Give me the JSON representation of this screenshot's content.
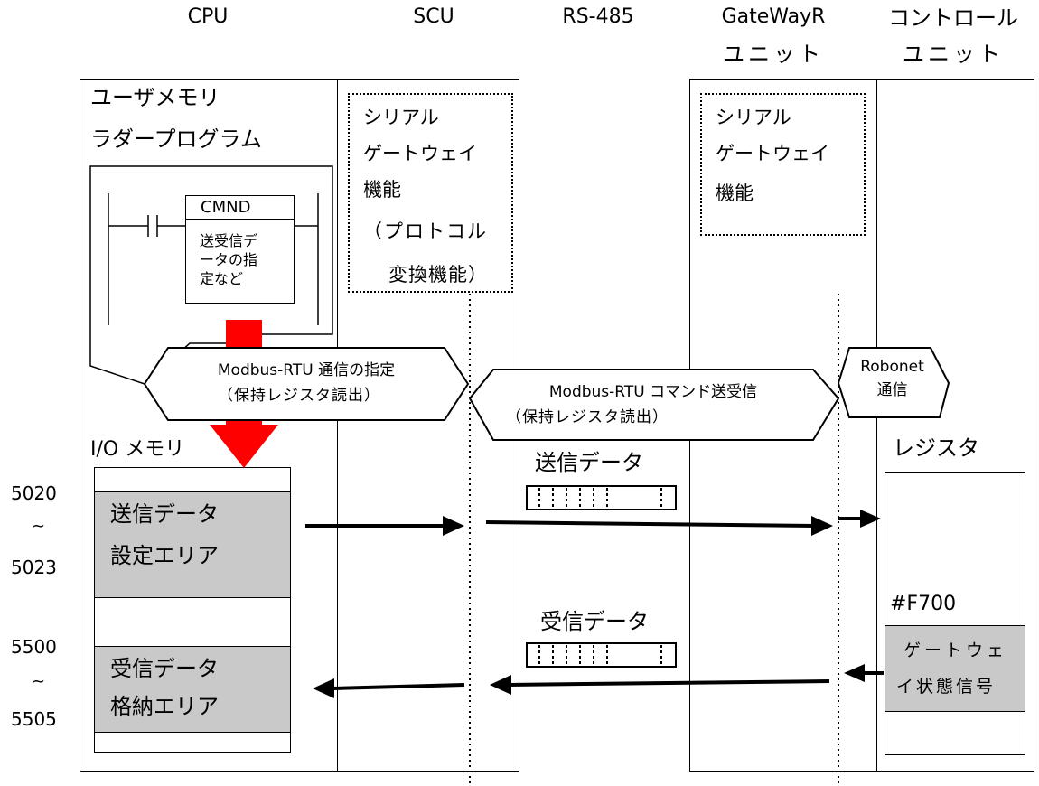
{
  "columns": {
    "cpu": "CPU",
    "scu": "SCU",
    "rs485": "RS-485",
    "gateway_line1": "GateWayR",
    "gateway_line2": "ユニット",
    "control_line1": "コントロール",
    "control_line2": "ユニット"
  },
  "cpu": {
    "user_memory": "ユーザメモリ",
    "ladder_program": "ラダープログラム",
    "cmnd": "CMND",
    "cmnd_desc": [
      "送受信デ",
      "ータの指",
      "定など"
    ],
    "io_memory": "I/O メモリ",
    "send_area": [
      "送信データ",
      "設定エリア"
    ],
    "recv_area": [
      "受信データ",
      "格納エリア"
    ]
  },
  "scu": {
    "function": [
      "シリアル",
      "ゲートウェイ",
      "機能",
      "（プロトコル",
      "変換機能）"
    ]
  },
  "gateway": {
    "function": [
      "シリアル",
      "ゲートウェイ",
      "機能"
    ]
  },
  "callouts": {
    "modbus_spec": [
      "Modbus-RTU 通信の指定",
      "（保持レジスタ読出）"
    ],
    "modbus_cmd": [
      "Modbus-RTU コマンド送受信",
      "（保持レジスタ読出）"
    ],
    "robonet": [
      "Robonet",
      "通信"
    ]
  },
  "data_labels": {
    "send": "送信データ",
    "recv": "受信データ"
  },
  "control": {
    "register": "レジスタ",
    "address": "#F700",
    "status": [
      "ゲートウェ",
      "イ状態信号"
    ]
  },
  "addresses": {
    "send_start": "5020",
    "send_tilde": "~",
    "send_end": "5023",
    "recv_start": "5500",
    "recv_tilde": "~",
    "recv_end": "5505"
  },
  "colors": {
    "highlight_arrow": "#ff0000",
    "area_fill": "#c9c9c9",
    "line": "#000000"
  }
}
